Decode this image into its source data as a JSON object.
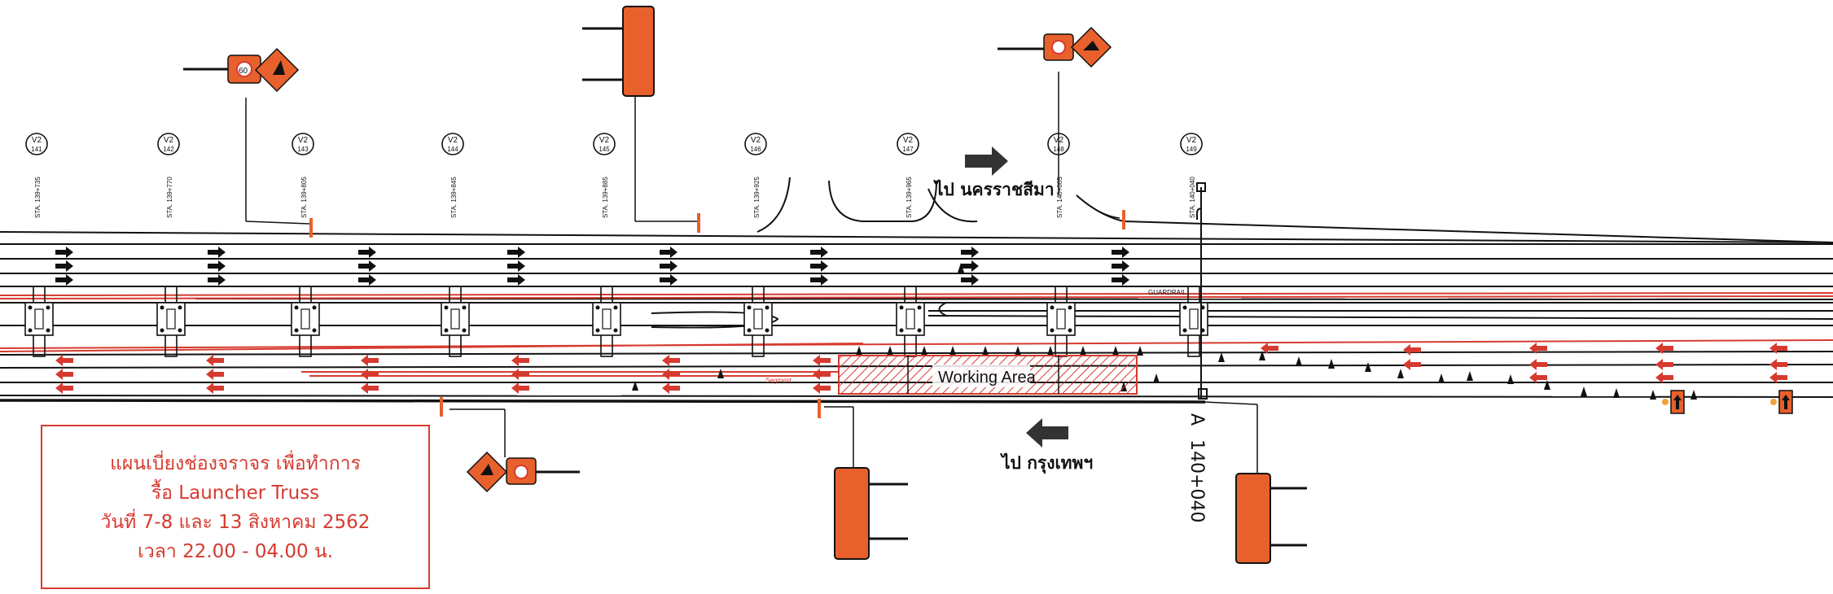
{
  "direction_labels": {
    "to_nakhon_ratchasima": "ไป นครราชสีมา",
    "to_bangkok": "ไป กรุงเทพฯ"
  },
  "working_area_label": "Working Area",
  "guardrail_label": "GUARDRAIL",
  "segment_label": "Segment",
  "station_marker": "140+040",
  "pier_markers": [
    {
      "line1": "V2",
      "line2": "141",
      "sta": "STA. 139+735"
    },
    {
      "line1": "V2",
      "line2": "142",
      "sta": "STA. 139+770"
    },
    {
      "line1": "V2",
      "line2": "143",
      "sta": "STA. 139+805"
    },
    {
      "line1": "V2",
      "line2": "144",
      "sta": "STA. 139+845"
    },
    {
      "line1": "V2",
      "line2": "145",
      "sta": "STA. 139+885"
    },
    {
      "line1": "V2",
      "line2": "146",
      "sta": "STA. 139+925"
    },
    {
      "line1": "V2",
      "line2": "147",
      "sta": "STA. 139+965"
    },
    {
      "line1": "V2",
      "line2": "148",
      "sta": "STA. 140+005"
    },
    {
      "line1": "V2",
      "line2": "149",
      "sta": "STA. 140+040"
    }
  ],
  "plan_text": {
    "line1": "แผนเบี่ยงช่องจราจร เพื่อทำการ",
    "line2": "รื้อ Launcher Truss",
    "line3": "วันที่ 7-8 และ 13 สิงหาคม 2562",
    "line4": "เวลา 22.00 - 04.00 น."
  },
  "speed_sign": "60",
  "colors": {
    "sign_orange": "#e8602c",
    "line_red": "#d63a2f",
    "ink": "#111111"
  }
}
